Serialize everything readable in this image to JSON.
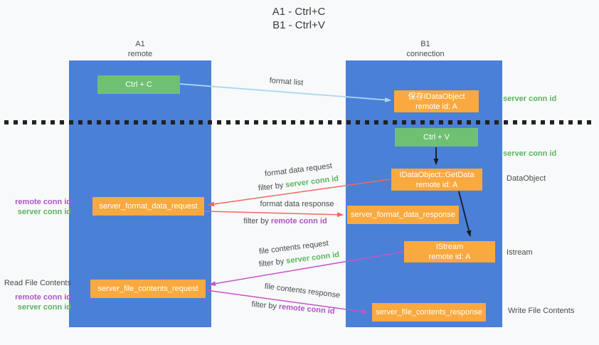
{
  "title": {
    "line1": "A1 - Ctrl+C",
    "line2": "B1 - Ctrl+V"
  },
  "lifelines": {
    "left": {
      "id": "A1",
      "role": "remote"
    },
    "right": {
      "id": "B1",
      "role": "connection"
    }
  },
  "nodes": {
    "ctrl_c": {
      "label": "Ctrl + C"
    },
    "ctrl_v": {
      "label": "Ctrl + V"
    },
    "save_dataobject": {
      "line1": "保存IDataObject",
      "line2": "remote id: A"
    },
    "getdata": {
      "line1": "IDataObject::GetData",
      "line2": "remote id: A"
    },
    "istream": {
      "line1": "IStream",
      "line2": "remote id: A"
    },
    "format_request": {
      "label": "server_format_data_request"
    },
    "format_response": {
      "label": "server_format_data_response"
    },
    "file_request": {
      "label": "server_file_contents_request"
    },
    "file_response": {
      "label": "server_file_contents_response"
    }
  },
  "flow_labels": {
    "format_list": "format list",
    "format_data_request": "format data request",
    "format_data_response": "format data response",
    "file_contents_request": "file contents request",
    "file_contents_response": "file contents response",
    "filter_prefix": "filter by ",
    "server_conn_id": "server conn id",
    "remote_conn_id": "remote conn id"
  },
  "side_labels": {
    "server_conn_id_top": "server conn id",
    "server_conn_id_mid": "server conn id",
    "dataobject": "DataObject",
    "istream": "Istream",
    "write_file_contents": "Write File Contents",
    "read_file_contents": "Read File Contents",
    "remote_conn_id_1": "remote conn id",
    "server_conn_id_1": "server conn id",
    "remote_conn_id_2": "remote conn id",
    "server_conn_id_2": "server conn id"
  },
  "colors": {
    "background": "#f8f9fa",
    "lifeline_blue": "#4b80d7",
    "node_green": "#70c074",
    "node_orange": "#f9a93f",
    "label_green": "#58b55c",
    "label_purple": "#ae54c5",
    "arrow_red": "#ee6a60",
    "arrow_magenta": "#c853c6",
    "arrow_light_blue": "#a9d7f2",
    "arrow_black": "#1a1a1a",
    "text_dark": "#4a4a4a"
  }
}
